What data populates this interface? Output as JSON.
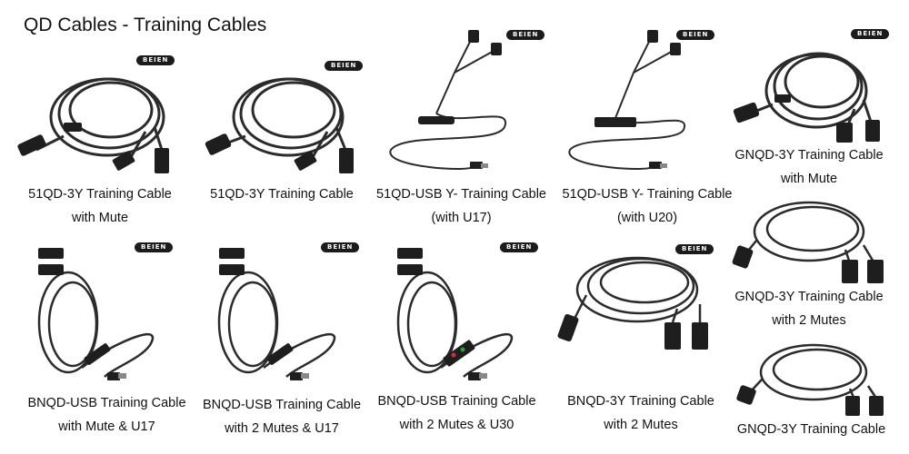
{
  "title": "QD Cables - Training Cables",
  "brand_logo": "BEIEN",
  "products": [
    {
      "id": "51qd-3y-mute",
      "line1": "51QD-3Y Training Cable",
      "line2": "with Mute"
    },
    {
      "id": "51qd-3y",
      "line1": "51QD-3Y Training Cable",
      "line2": ""
    },
    {
      "id": "51qd-usb-u17",
      "line1": "51QD-USB Y- Training Cable",
      "line2": "(with U17)"
    },
    {
      "id": "51qd-usb-u20",
      "line1": "51QD-USB Y- Training Cable",
      "line2": "(with U20)"
    },
    {
      "id": "gnqd-3y-mute",
      "line1": "GNQD-3Y Training Cable",
      "line2": "with Mute"
    },
    {
      "id": "bnqd-usb-mute-u17",
      "line1": "BNQD-USB Training Cable",
      "line2": "with Mute & U17"
    },
    {
      "id": "bnqd-usb-2mutes-u17",
      "line1": "BNQD-USB Training Cable",
      "line2": "with 2 Mutes & U17"
    },
    {
      "id": "bnqd-usb-2mutes-u30",
      "line1": "BNQD-USB Training Cable",
      "line2": "with 2 Mutes & U30"
    },
    {
      "id": "bnqd-3y-2mutes",
      "line1": "BNQD-3Y Training Cable",
      "line2": "with 2 Mutes"
    },
    {
      "id": "gnqd-3y-2mutes",
      "line1": "GNQD-3Y Training Cable",
      "line2": "with 2 Mutes"
    },
    {
      "id": "gnqd-3y",
      "line1": "GNQD-3Y Training Cable",
      "line2": ""
    }
  ]
}
